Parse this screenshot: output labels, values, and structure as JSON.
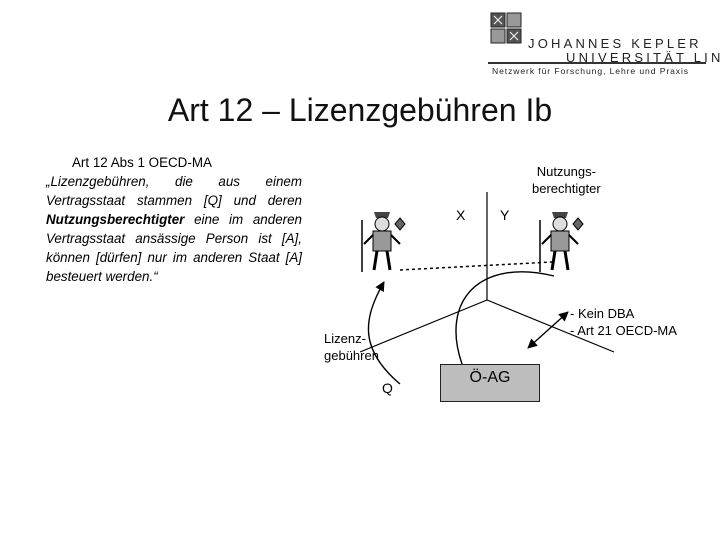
{
  "logo": {
    "line1": "JOHANNES KEPLER",
    "line2": "UNIVERSITÄT LINZ",
    "line3": "Netzwerk für Forschung, Lehre und Praxis"
  },
  "slide": {
    "title": "Art 12 – Lizenzgebühren Ib",
    "quote_heading": "Art 12 Abs 1 OECD-MA",
    "quote_part1": "„Lizenzgebühren, die aus einem Vertragsstaat stammen [Q] und deren ",
    "quote_bold": "Nutzungsberechtigter",
    "quote_part2": " eine im anderen Vertragsstaat ansässige Person ist [A], können [dürfen] nur im anderen Staat [A] besteuert werden.“"
  },
  "diagram": {
    "nutzungs_line1": "Nutzungs-",
    "nutzungs_line2": "berechtigter",
    "x_label": "X",
    "y_label": "Y",
    "lizenz_line1": "Lizenz-",
    "lizenz_line2": "gebühren",
    "q_label": "Q",
    "box_label": "Ö-AG",
    "dba_line1": "- Kein DBA",
    "dba_line2": "- Art 21 OECD-MA"
  }
}
